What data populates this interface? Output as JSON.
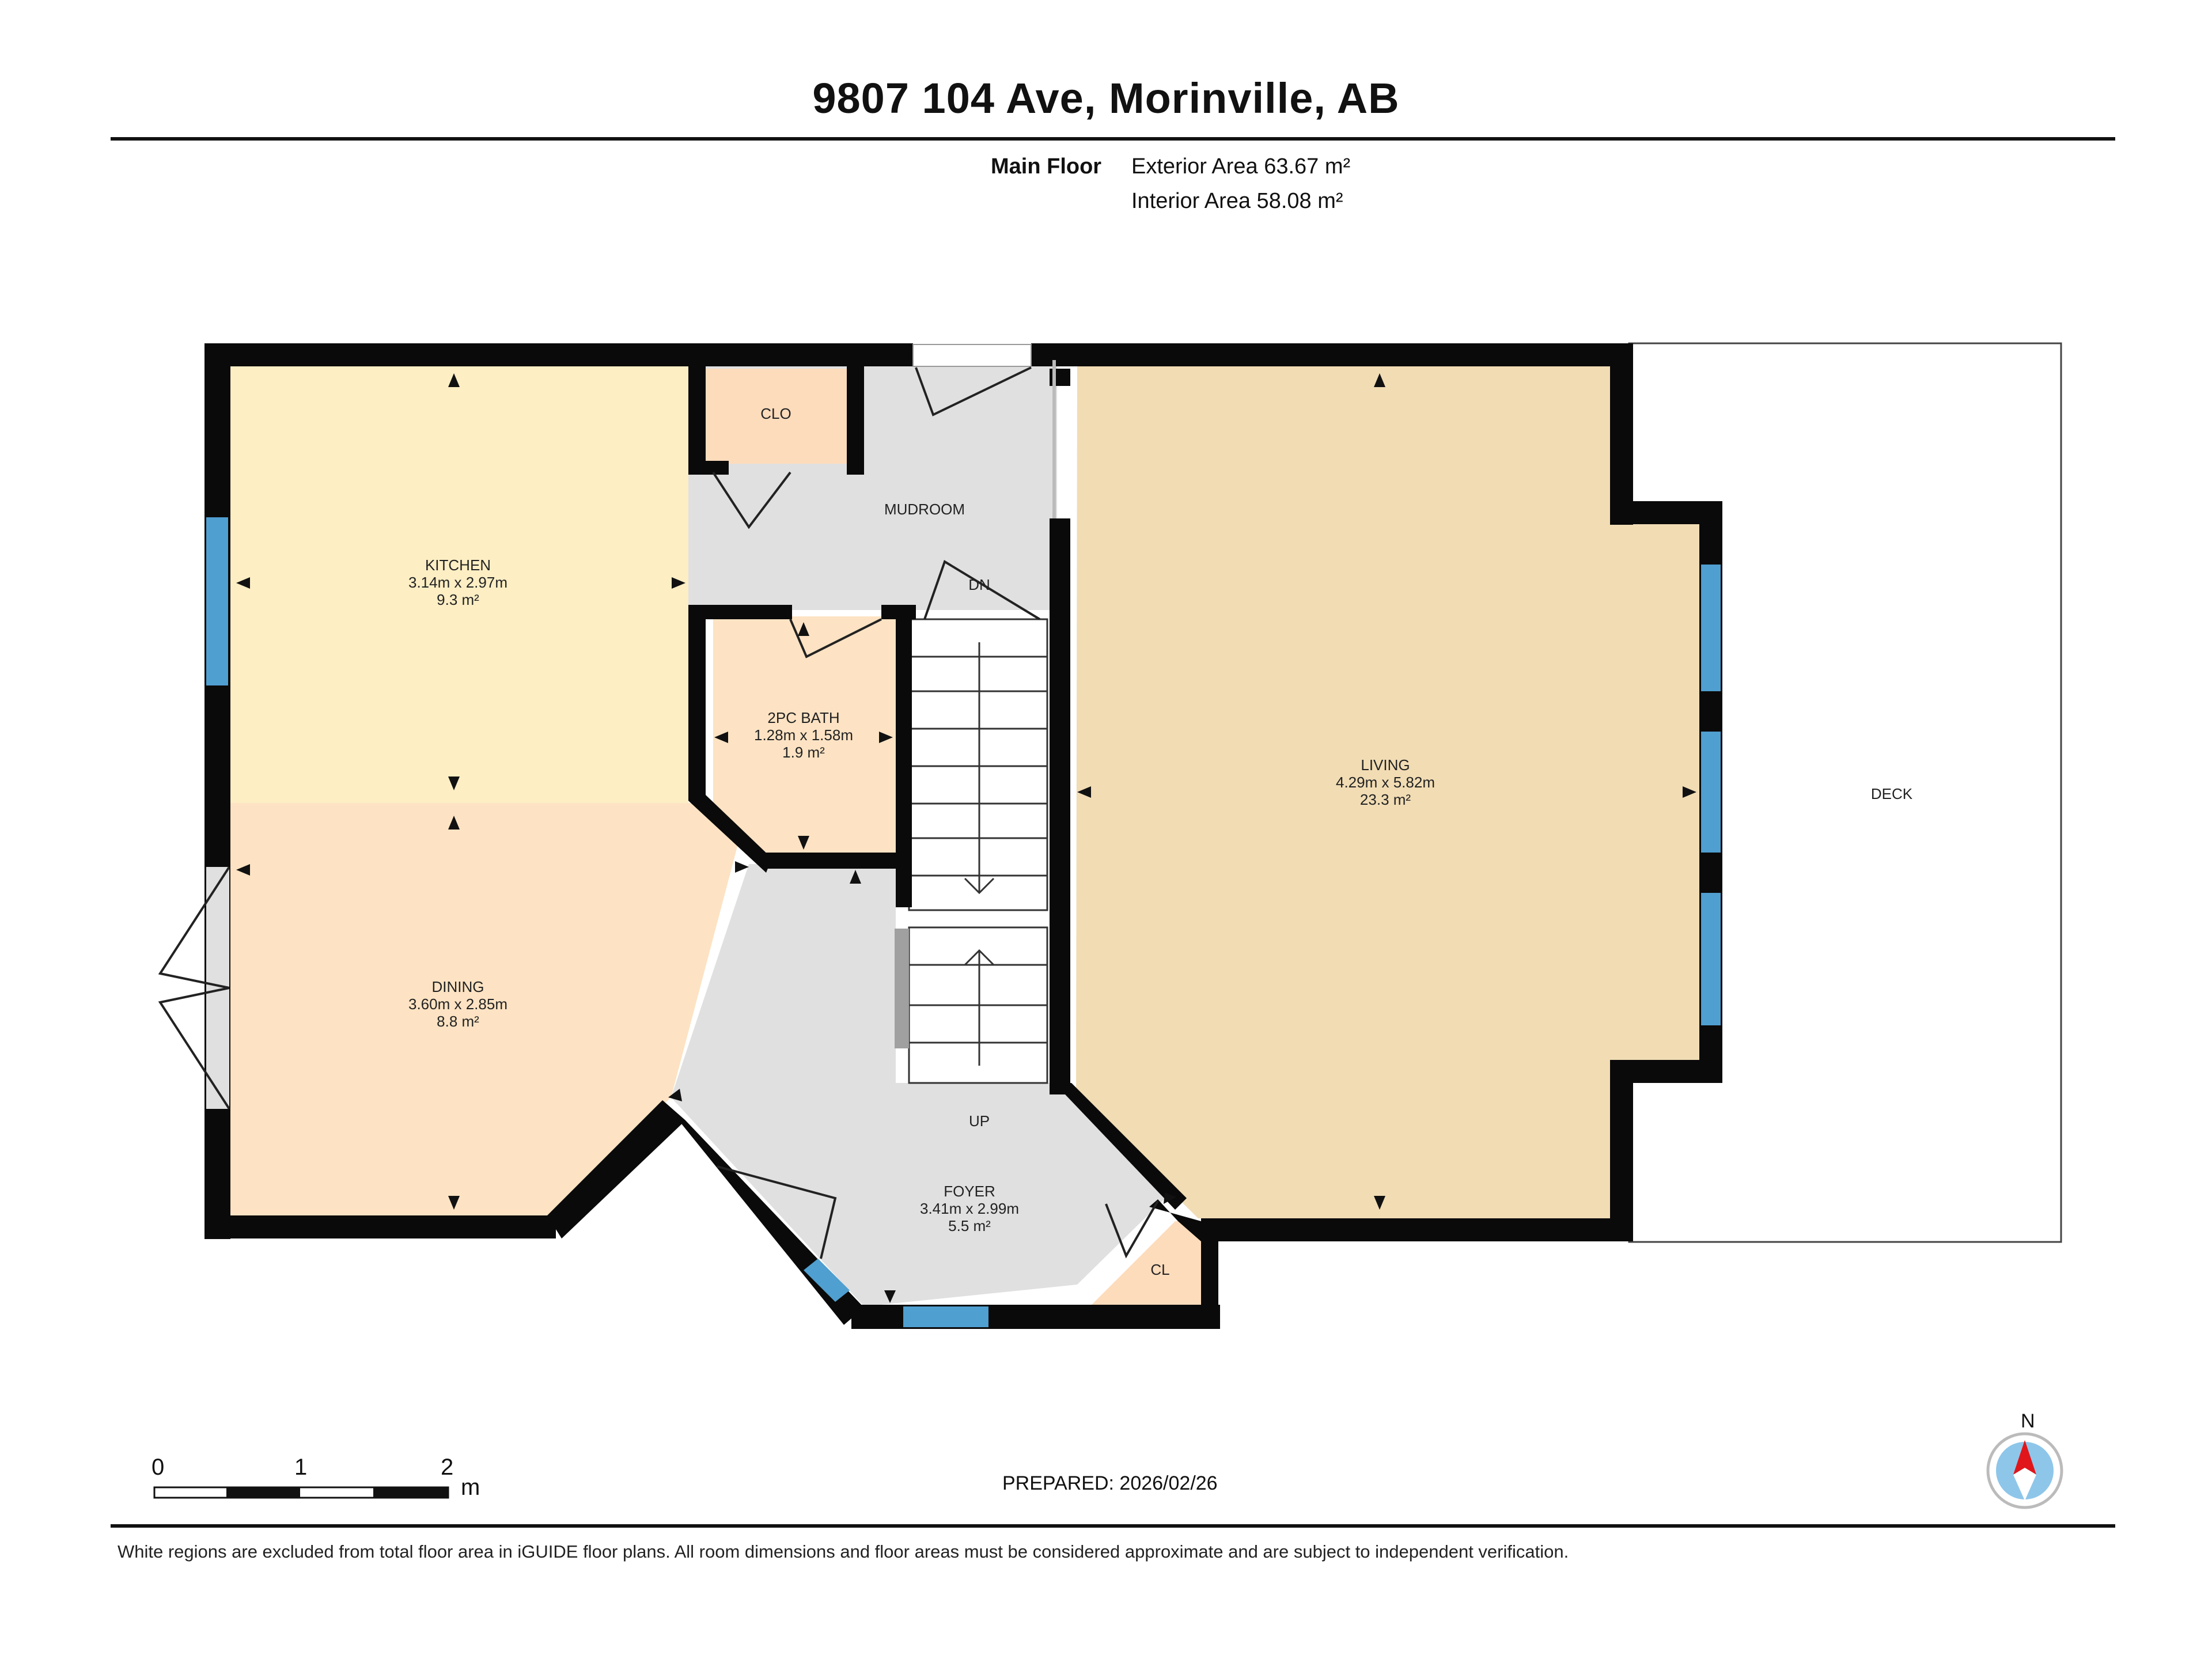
{
  "header": {
    "title": "9807 104 Ave, Morinville, AB",
    "floor_label": "Main Floor",
    "exterior_area": "Exterior Area 63.67 m²",
    "interior_area": "Interior Area 58.08 m²"
  },
  "rooms": {
    "kitchen": {
      "name": "KITCHEN",
      "dims": "3.14m x 2.97m",
      "area": "9.3 m²"
    },
    "dining": {
      "name": "DINING",
      "dims": "3.60m x 2.85m",
      "area": "8.8 m²"
    },
    "bath": {
      "name": "2PC BATH",
      "dims": "1.28m x 1.58m",
      "area": "1.9 m²"
    },
    "living": {
      "name": "LIVING",
      "dims": "4.29m x 5.82m",
      "area": "23.3 m²"
    },
    "foyer": {
      "name": "FOYER",
      "dims": "3.41m x 2.99m",
      "area": "5.5 m²"
    },
    "mudroom": {
      "name": "MUDROOM"
    },
    "clo": {
      "name": "CLO"
    },
    "cl": {
      "name": "CL"
    },
    "deck": {
      "name": "DECK"
    },
    "stairs_down": "DN",
    "stairs_up": "UP"
  },
  "colors": {
    "wall": "#0a0a0a",
    "kitchen": "#fdeec4",
    "dining": "#fde3c3",
    "living": "#f1dcb4",
    "bath": "#fde3c3",
    "closet": "#fddcbc",
    "circulation": "#e0e0e0",
    "window": "#4f9fd0"
  },
  "scale": {
    "ticks": [
      "0",
      "1",
      "2"
    ],
    "unit": "m"
  },
  "compass": {
    "label": "N"
  },
  "footer": {
    "prepared": "PREPARED: 2026/02/26",
    "disclaimer": "White regions are excluded from total floor area in iGUIDE floor plans. All room dimensions and floor areas must be considered approximate and are subject to independent verification."
  }
}
